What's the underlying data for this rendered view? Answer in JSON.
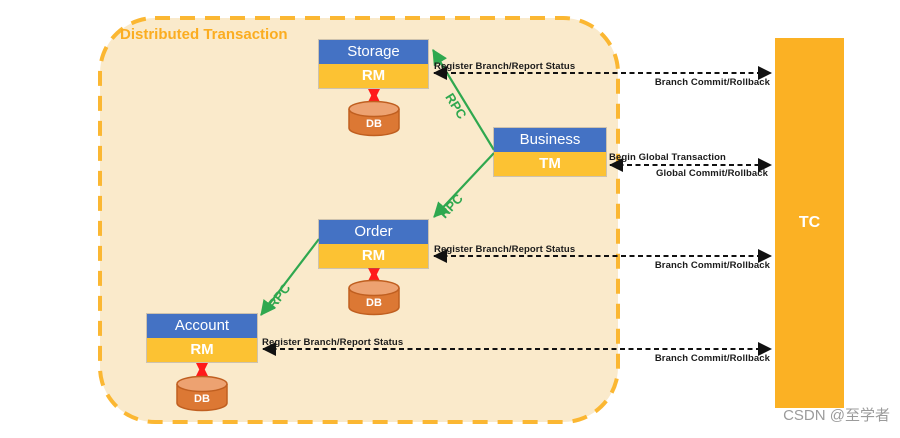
{
  "diagram": {
    "title": "Distributed Transaction",
    "rpc_label": "RPC",
    "services": {
      "storage": {
        "name": "Storage",
        "role": "RM",
        "db": "DB"
      },
      "business": {
        "name": "Business",
        "role": "TM"
      },
      "order": {
        "name": "Order",
        "role": "RM",
        "db": "DB"
      },
      "account": {
        "name": "Account",
        "role": "RM",
        "db": "DB"
      }
    },
    "coordinator": {
      "name": "TC"
    },
    "arrows": {
      "storage": {
        "request": "Register Branch/Report Status",
        "response": "Branch Commit/Rollback"
      },
      "business": {
        "request": "Begin Global Transaction",
        "response": "Global Commit/Rollback"
      },
      "order": {
        "request": "Register Branch/Report Status",
        "response": "Branch Commit/Rollback"
      },
      "account": {
        "request": "Register Branch/Report Status",
        "response": "Branch Commit/Rollback"
      }
    },
    "watermark": "CSDN @至学者",
    "colors": {
      "service_header": "#4472C4",
      "resource_manager": "#FCC233",
      "coordinator": "#FBB124",
      "boundary": "#FBB732",
      "boundary_fill": "#FAEACB",
      "rpc_line": "#2FA84F",
      "db_fill": "#DC7834",
      "db_arrow": "#FF1A1A",
      "message_arrow": "#111111",
      "title_text": "#FBAD21"
    }
  }
}
